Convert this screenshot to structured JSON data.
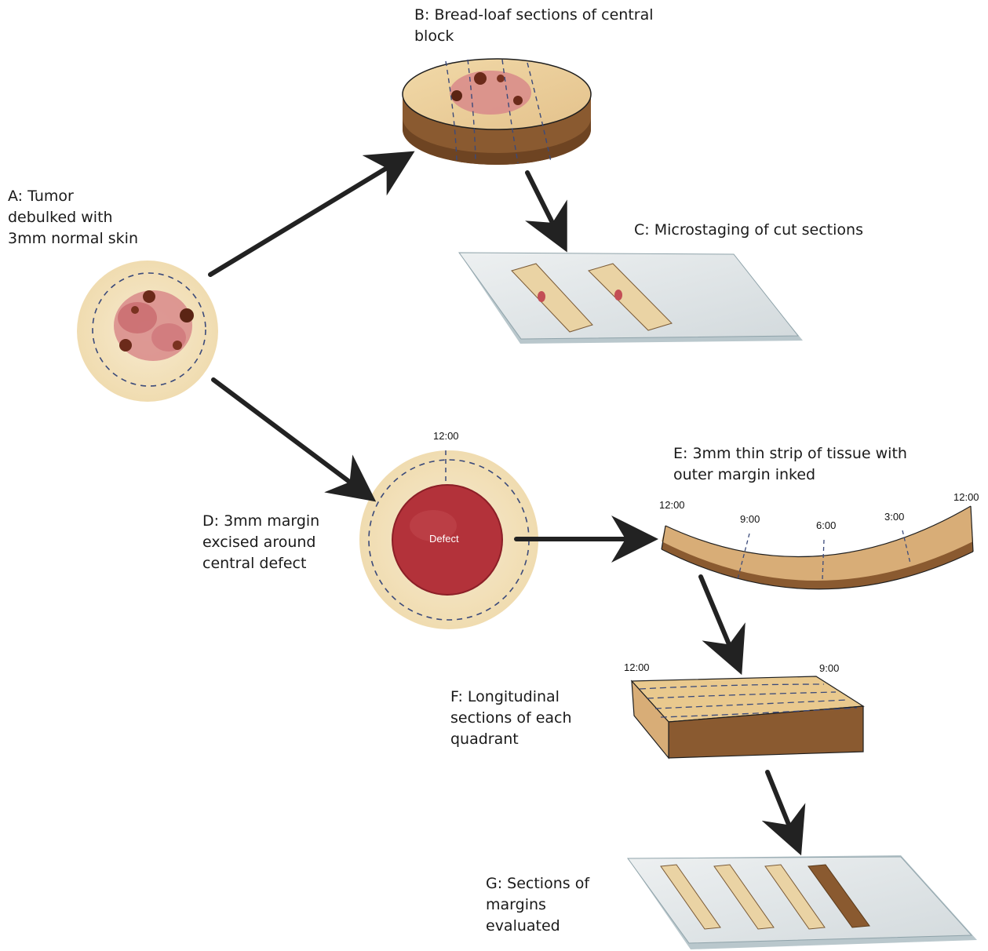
{
  "labels": {
    "a": "A: Tumor\ndebulked with\n3mm normal skin",
    "b": "B: Bread-loaf sections of central\nblock",
    "c": "C: Microstaging of cut sections",
    "d": "D: 3mm margin\nexcised around\ncentral defect",
    "e": "E: 3mm thin strip of tissue with\nouter margin inked",
    "f": "F: Longitudinal\nsections of each\nquadrant",
    "g": "G: Sections of\nmargins\nevaluated"
  },
  "defect_label": "Defect",
  "clock": {
    "d_top": "12:00",
    "e_left": "12:00",
    "e_9": "9:00",
    "e_6": "6:00",
    "e_3": "3:00",
    "e_right": "12:00",
    "f_left": "12:00",
    "f_right": "9:00"
  },
  "colors": {
    "skin": "#f3e3bd",
    "tumor": "#d47a7a",
    "tumor_dark": "#6b2a1a",
    "defect": "#b3323a",
    "tissue": "#e2bf8c",
    "tissue_dark": "#8a5a30",
    "slide": "#e4e8ea",
    "slide_edge": "#9fb2b8",
    "arrow": "#222222"
  }
}
